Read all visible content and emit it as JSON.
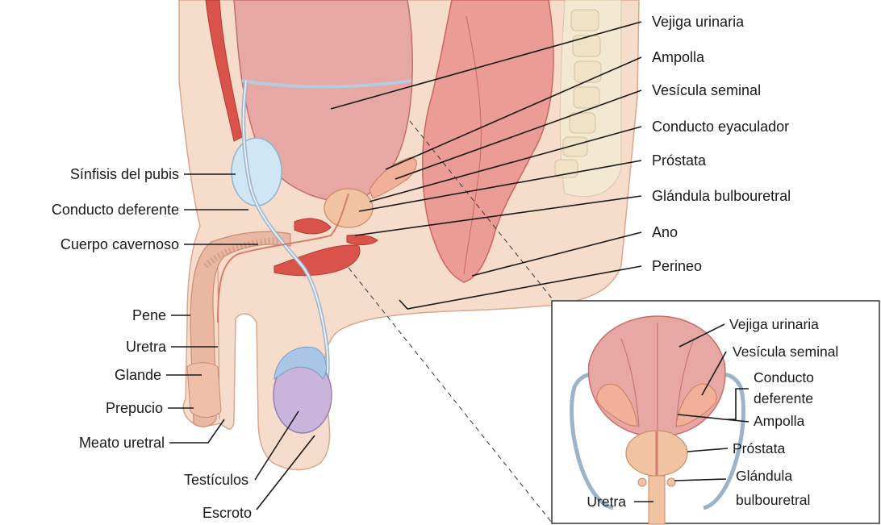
{
  "main_labels": {
    "vejiga": "Vejiga urinaria",
    "ampolla": "Ampolla",
    "vesicula": "Vesícula seminal",
    "conducto_eyaculador": "Conducto eyaculador",
    "prostata": "Próstata",
    "bulbouretral": "Glándula bulbouretral",
    "ano": "Ano",
    "perineo": "Perineo",
    "sinfisis": "Sínfisis del pubis",
    "conducto_deferente": "Conducto deferente",
    "cuerpo_cavernoso": "Cuerpo cavernoso",
    "pene": "Pene",
    "uretra": "Uretra",
    "glande": "Glande",
    "prepucio": "Prepucio",
    "meato": "Meato uretral",
    "testiculos": "Testículos",
    "escroto": "Escroto"
  },
  "inset_labels": {
    "vejiga": "Vejiga urinaria",
    "vesicula": "Vesícula seminal",
    "conducto_l1": "Conducto",
    "conducto_l2": "deferente",
    "ampolla": "Ampolla",
    "prostata": "Próstata",
    "bulbo_l1": "Glándula",
    "bulbo_l2": "bulbouretral",
    "uretra": "Uretra"
  },
  "colors": {
    "skin": "#f6dccb",
    "skin_edge": "#d8a88e",
    "bladder": "#e7a7a3",
    "muscle": "#d9534a",
    "pubis": "#cfe6f4",
    "testis": "#c9b4dc",
    "epididymis": "#a9c6e6",
    "duct": "#b9cde0",
    "spine": "#efe2c6",
    "rectum": "#ec9c96",
    "prostate": "#f1c3a2"
  }
}
